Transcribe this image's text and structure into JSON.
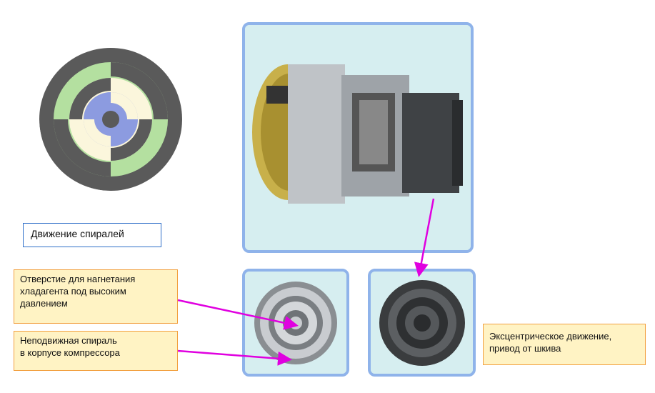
{
  "labels": {
    "spiral_motion": "Движение спиралей",
    "discharge_hole_line1": "Отверстие для нагнетания",
    "discharge_hole_line2": "хладагента под высоким",
    "discharge_hole_line3": "давлением",
    "fixed_spiral_line1": "Неподвижная спираль",
    "fixed_spiral_line2": "в корпусе компрессора",
    "eccentric_line1": "Эксцентрическое движение,",
    "eccentric_line2": "привод от шкива"
  },
  "colors": {
    "panel_fill": "#d6eef0",
    "panel_border": "#8fb3ea",
    "callout_fill": "#fff3c4",
    "callout_border": "#f2a040",
    "title_border": "#2f6fc9",
    "arrow": "#e000e0",
    "spiral_dark": "#5a5a5a",
    "spiral_green": "#b4e0a0",
    "spiral_cream": "#fbf6dc",
    "spiral_blue": "#8c9be0"
  }
}
